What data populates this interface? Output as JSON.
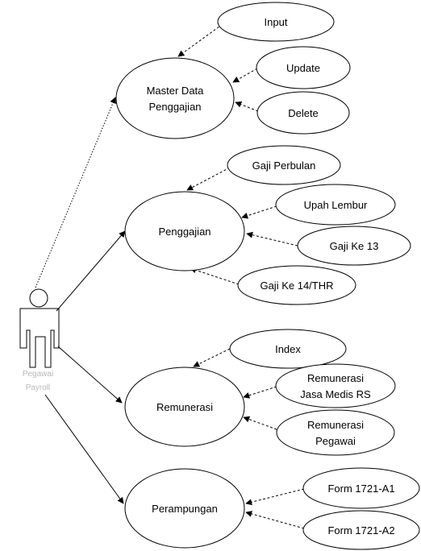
{
  "actor": {
    "label_line1": "Pegawai",
    "label_line2": "Payroll"
  },
  "use_cases": {
    "master_data": [
      "Master Data",
      "Penggajian"
    ],
    "input": [
      "Input"
    ],
    "update": [
      "Update"
    ],
    "delete": [
      "Delete"
    ],
    "penggajian": [
      "Penggajian"
    ],
    "gaji_perbulan": [
      "Gaji Perbulan"
    ],
    "upah_lembur": [
      "Upah Lembur"
    ],
    "gaji_ke_13": [
      "Gaji Ke 13"
    ],
    "gaji_ke_14": [
      "Gaji Ke 14/THR"
    ],
    "remunerasi": [
      "Remunerasi"
    ],
    "index": [
      "Index"
    ],
    "rem_jasa_medis": [
      "Remunerasi",
      "Jasa Medis RS"
    ],
    "rem_pegawai": [
      "Remunerasi",
      "Pegawai"
    ],
    "perampungan": [
      "Perampungan"
    ],
    "form_a1": [
      "Form 1721-A1"
    ],
    "form_a2": [
      "Form 1721-A2"
    ]
  },
  "colors": {
    "line": "#000000",
    "actor_label": "#b8b8b8",
    "background": "#ffffff"
  }
}
